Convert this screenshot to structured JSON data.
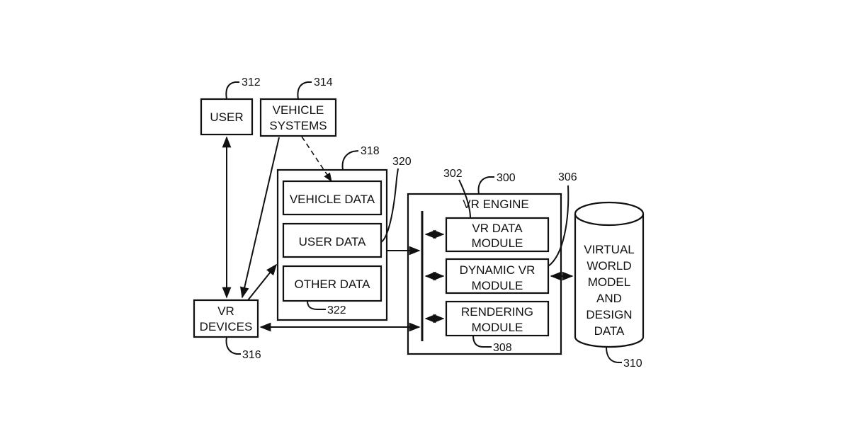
{
  "nodes": {
    "user": {
      "label": "USER",
      "ref": "312"
    },
    "vehicle_systems": {
      "label_line1": "VEHICLE",
      "label_line2": "SYSTEMS",
      "ref": "314"
    },
    "data_store": {
      "ref": "318",
      "link_ref": "320"
    },
    "vehicle_data": {
      "label": "VEHICLE DATA"
    },
    "user_data": {
      "label": "USER DATA"
    },
    "other_data": {
      "label": "OTHER DATA",
      "ref": "322"
    },
    "vr_devices": {
      "label_line1": "VR",
      "label_line2": "DEVICES",
      "ref": "316"
    },
    "vr_engine": {
      "label": "VR ENGINE",
      "ref": "300"
    },
    "vr_data_module": {
      "label_line1": "VR DATA",
      "label_line2": "MODULE",
      "ref": "302"
    },
    "dynamic_vr_module": {
      "label_line1": "DYNAMIC VR",
      "label_line2": "MODULE",
      "ref": "306"
    },
    "rendering_module": {
      "label_line1": "RENDERING",
      "label_line2": "MODULE",
      "ref": "308"
    },
    "virtual_world": {
      "label_lines": [
        "VIRTUAL",
        "WORLD",
        "MODEL",
        "AND",
        "DESIGN",
        "DATA"
      ],
      "ref": "310"
    }
  },
  "colors": {
    "ink": "#111111",
    "paper": "#ffffff"
  }
}
